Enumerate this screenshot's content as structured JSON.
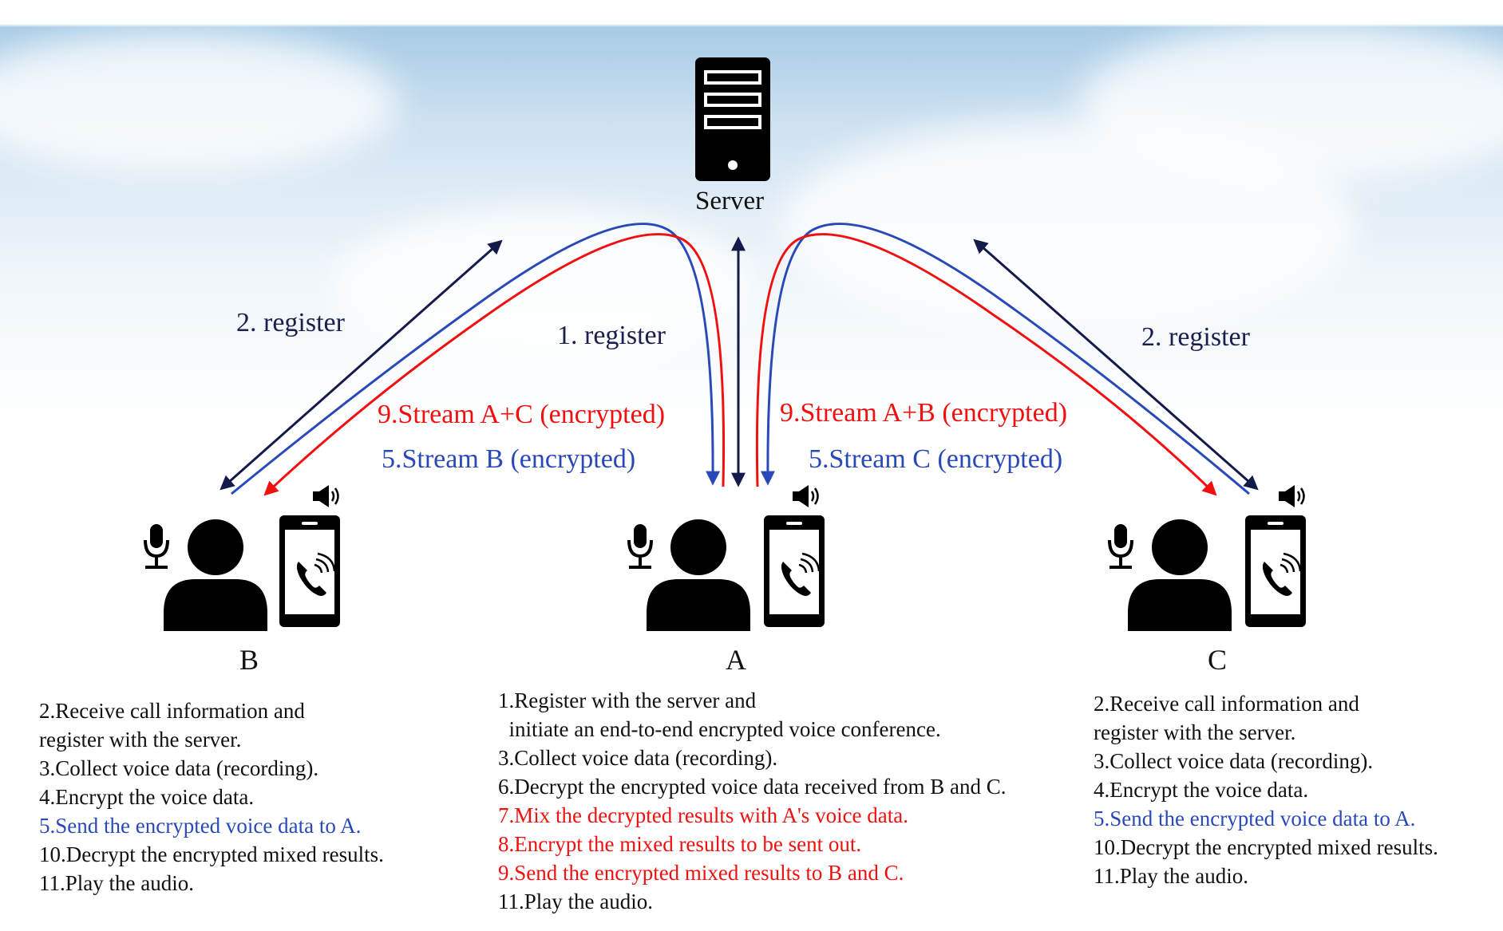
{
  "colors": {
    "navy": "#141a4a",
    "blue": "#2a49b8",
    "red": "#f01010",
    "text": "#111111",
    "sky": "#a7cbe6"
  },
  "server": {
    "label": "Server",
    "icon": "server-icon"
  },
  "nodes": {
    "b": {
      "label": "B"
    },
    "a": {
      "label": "A"
    },
    "c": {
      "label": "C"
    }
  },
  "edge_labels": {
    "register_b": "2. register",
    "register_a": "1. register",
    "register_c": "2. register",
    "stream_ac": "9.Stream A+C (encrypted)",
    "stream_b": "5.Stream B (encrypted)",
    "stream_ab": "9.Stream A+B (encrypted)",
    "stream_c": "5.Stream C (encrypted)"
  },
  "icons": {
    "person": "person-icon",
    "microphone": "microphone-icon",
    "phone": "phone-call-icon",
    "speaker": "speaker-icon"
  },
  "steps": {
    "b": [
      {
        "text": "2.Receive call information and",
        "color": "black"
      },
      {
        "text": "register with the server.",
        "color": "black"
      },
      {
        "text": "3.Collect voice data (recording).",
        "color": "black"
      },
      {
        "text": "4.Encrypt the voice data.",
        "color": "black"
      },
      {
        "text": "5.Send the encrypted voice data to A.",
        "color": "blue"
      },
      {
        "text": "10.Decrypt the encrypted mixed results.",
        "color": "black"
      },
      {
        "text": "11.Play the audio.",
        "color": "black"
      }
    ],
    "a": [
      {
        "text": "1.Register with the server and",
        "color": "black"
      },
      {
        "text": "  initiate an end-to-end encrypted voice conference.",
        "color": "black"
      },
      {
        "text": "3.Collect voice data (recording).",
        "color": "black"
      },
      {
        "text": "6.Decrypt the encrypted voice data received from B and C.",
        "color": "black"
      },
      {
        "text": "7.Mix the decrypted results with A's voice data.",
        "color": "red"
      },
      {
        "text": "8.Encrypt the mixed results to be sent out.",
        "color": "red"
      },
      {
        "text": "9.Send the encrypted mixed results to B and C.",
        "color": "red"
      },
      {
        "text": "11.Play the audio.",
        "color": "black"
      }
    ],
    "c": [
      {
        "text": "2.Receive call information and",
        "color": "black"
      },
      {
        "text": "register with the server.",
        "color": "black"
      },
      {
        "text": "3.Collect voice data (recording).",
        "color": "black"
      },
      {
        "text": "4.Encrypt the voice data.",
        "color": "black"
      },
      {
        "text": "5.Send the encrypted voice data to A.",
        "color": "blue"
      },
      {
        "text": "10.Decrypt the encrypted mixed results.",
        "color": "black"
      },
      {
        "text": "11.Play the audio.",
        "color": "black"
      }
    ]
  }
}
